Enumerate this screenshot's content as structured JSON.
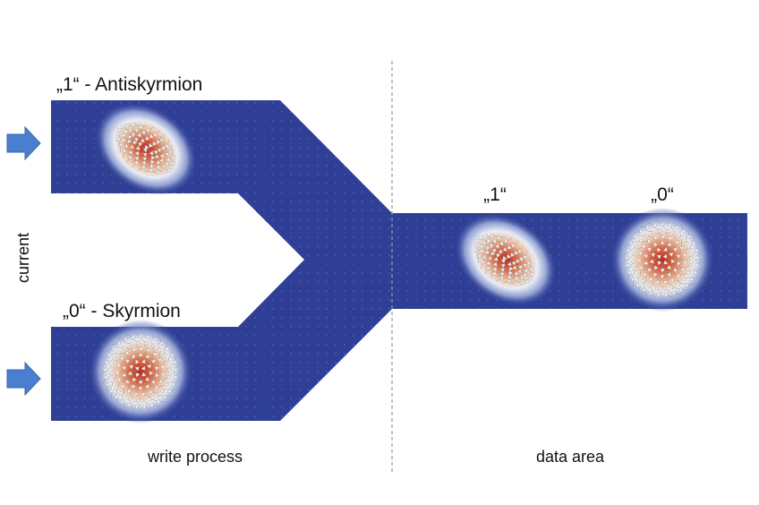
{
  "labels": {
    "antiskyrmion": "„1“ - Antiskyrmion",
    "skyrmion": "„0“ - Skyrmion",
    "current": "current",
    "write_process": "write process",
    "data_area": "data area",
    "bit_one": "„1“",
    "bit_zero": "„0“"
  },
  "colors": {
    "track": "#2f3f95",
    "core": "#c1392b",
    "arrow": "#4a7fd0",
    "divider": "#9a9a9a"
  },
  "icons": {
    "current_arrow": "right-arrow-icon",
    "spin": "spin-arrow-icon"
  }
}
